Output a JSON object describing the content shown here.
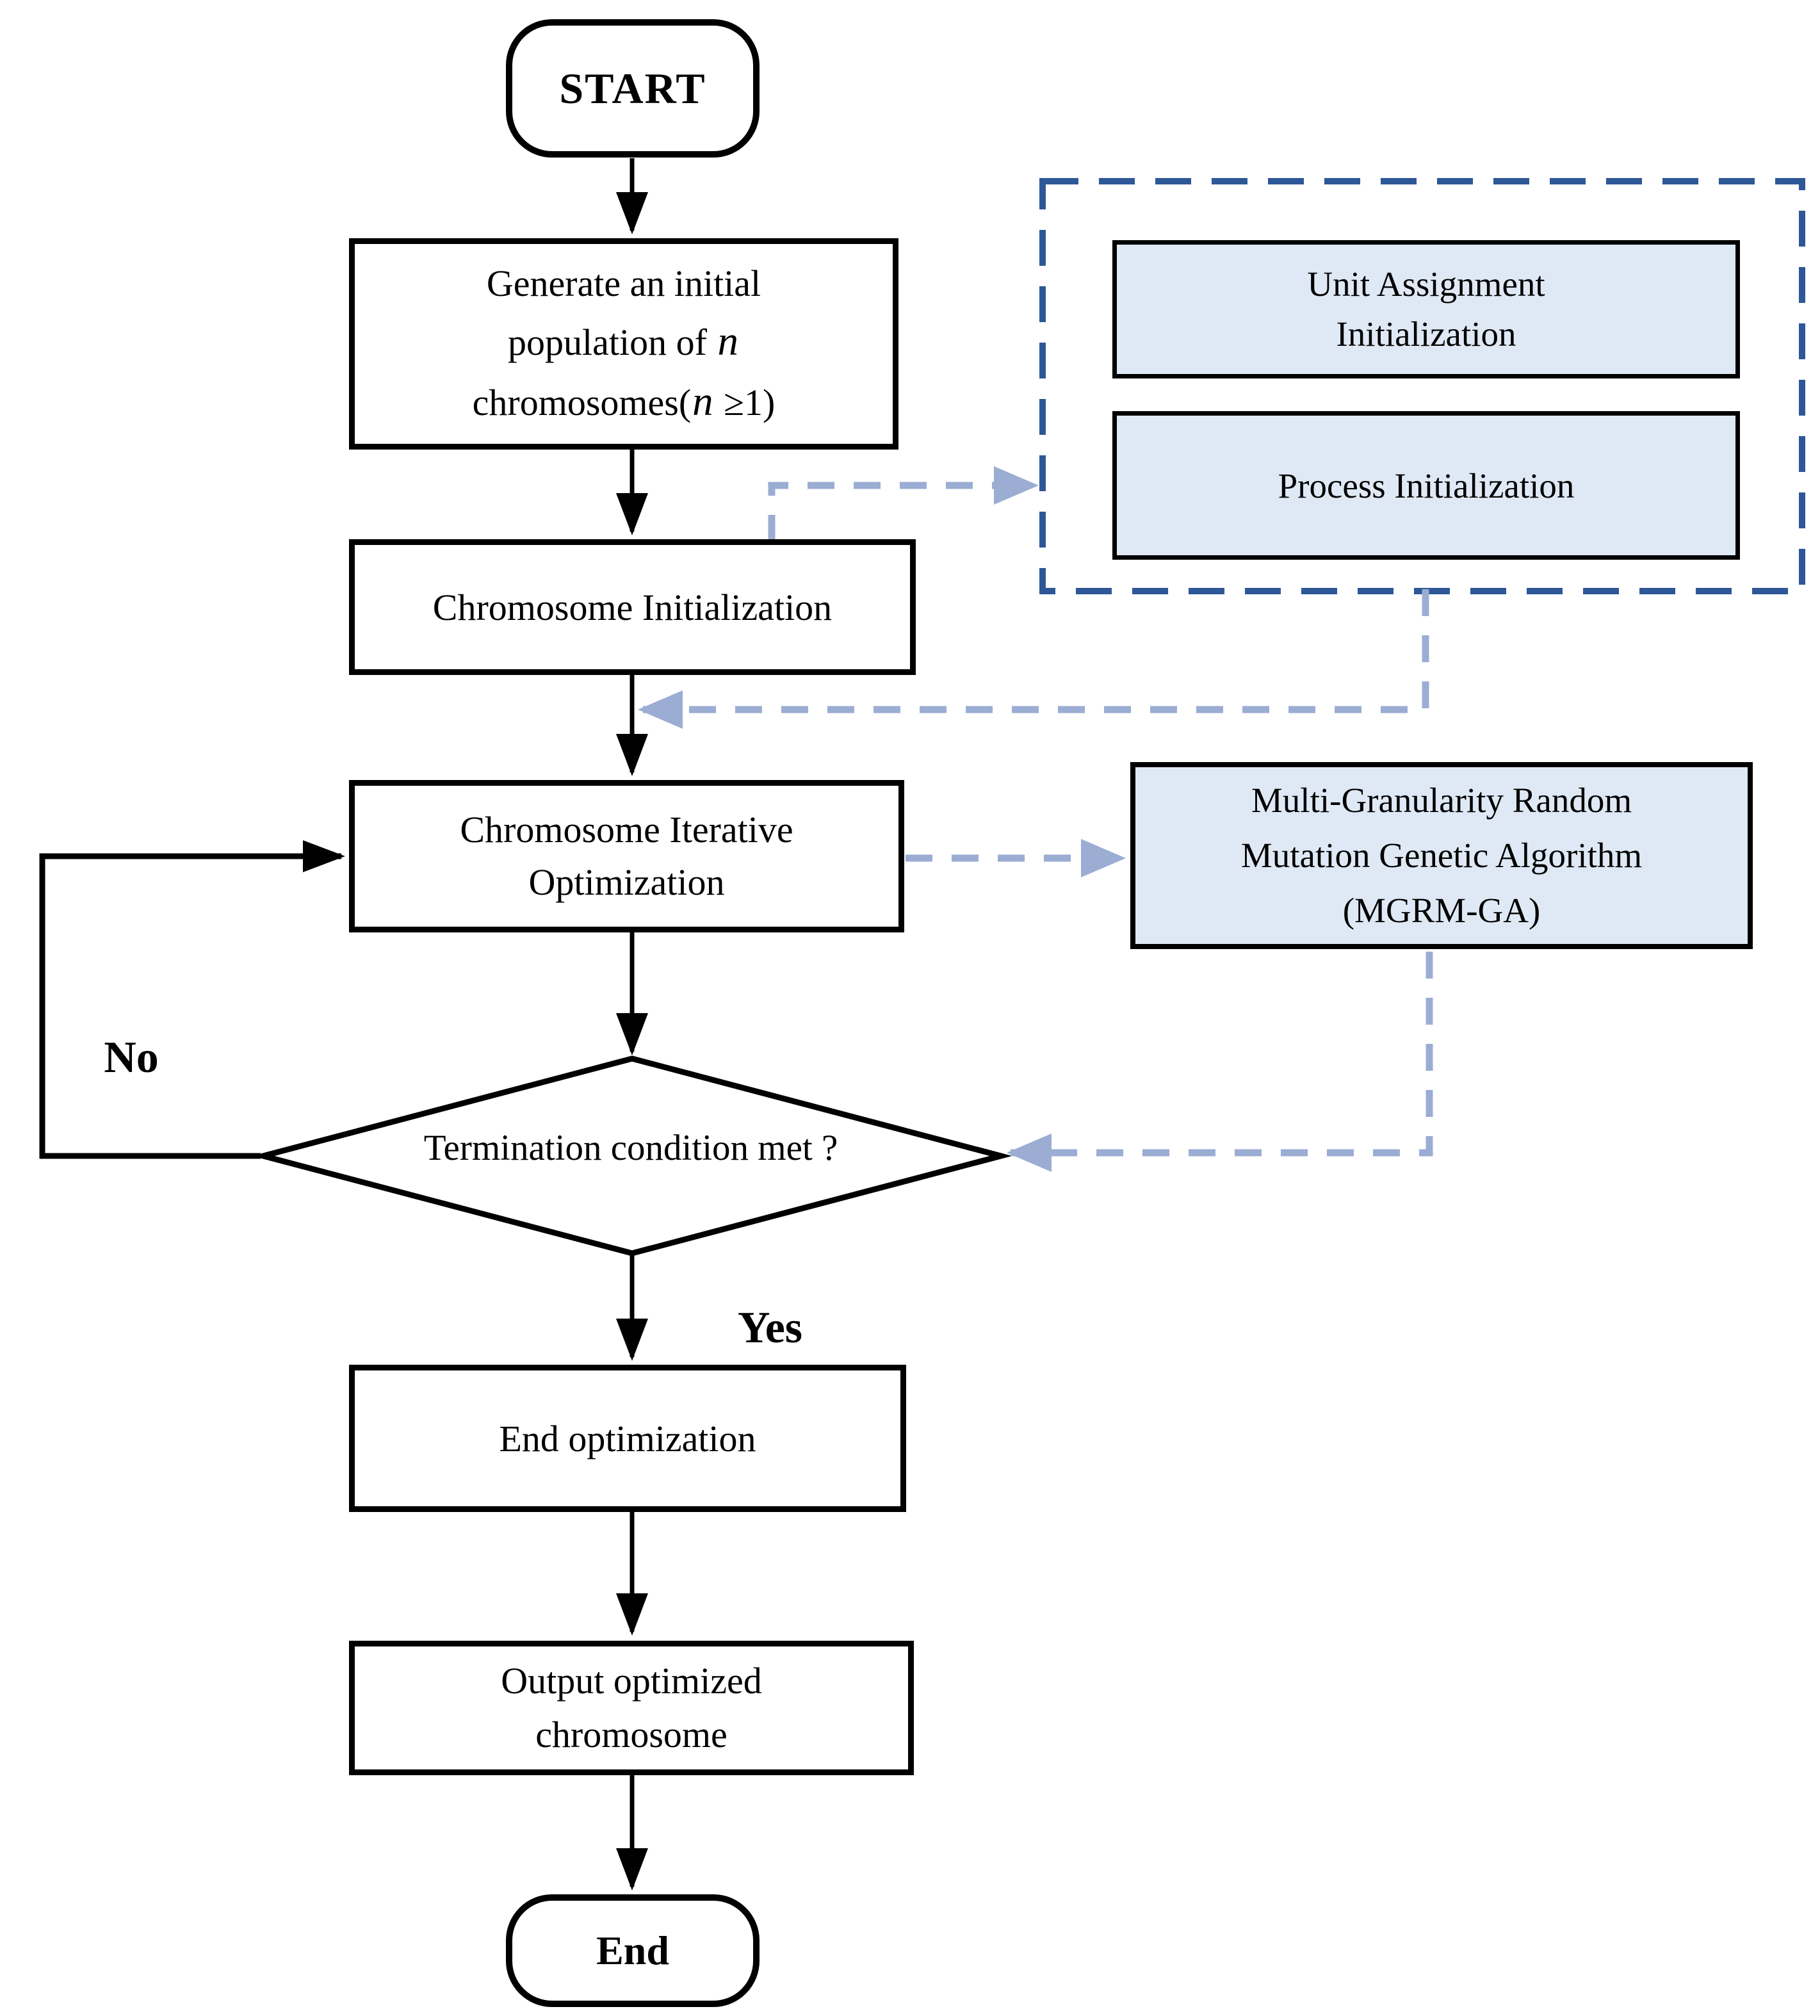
{
  "page": {
    "background": "#ffffff"
  },
  "palette": {
    "dashed_container_blue": "#2e5797",
    "link_light_blue": "#9badd3",
    "node_fill_light_blue": "#dfe9f5",
    "node_border_black": "#000000"
  },
  "nodes": {
    "start": {
      "label": "START"
    },
    "generate_population": {
      "line1": "Generate an initial",
      "line2_prefix": "population of ",
      "n_symbol": "n",
      "line3_prefix": "chromosomes(",
      "line3_suffix": " ≥1)"
    },
    "chromosome_initialization": {
      "label": "Chromosome Initialization"
    },
    "unit_assignment_initialization": {
      "lines": [
        "Unit Assignment",
        "Initialization"
      ]
    },
    "process_initialization": {
      "label": "Process Initialization"
    },
    "chromosome_iterative_optimization": {
      "lines": [
        "Chromosome Iterative",
        "Optimization"
      ]
    },
    "mgrm_ga": {
      "lines": [
        "Multi-Granularity Random",
        "Mutation Genetic Algorithm",
        "(MGRM-GA)"
      ]
    },
    "termination_decision": {
      "label": "Termination condition met ?"
    },
    "end_optimization": {
      "label": "End optimization"
    },
    "output_optimized_chromosome": {
      "lines": [
        "Output optimized",
        "chromosome"
      ]
    },
    "end": {
      "label": "End"
    }
  },
  "edge_labels": {
    "no": "No",
    "yes": "Yes"
  }
}
